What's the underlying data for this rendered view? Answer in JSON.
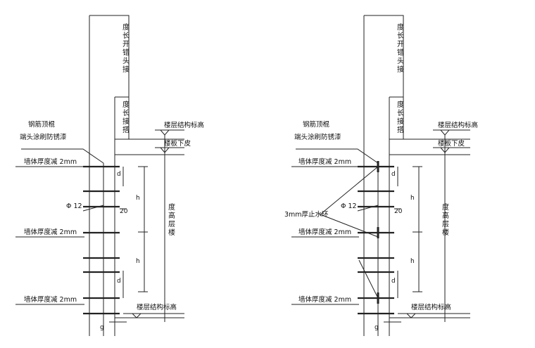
{
  "title": "",
  "left_detail": {
    "rebar_head_note_line1": "钢筋顶棍",
    "rebar_head_note_line2": "端头涂刷防锈漆",
    "wall_reduce_1": "墙体厚度减 2mm",
    "wall_reduce_2": "墙体厚度减 2mm",
    "wall_reduce_3": "墙体厚度减 2mm",
    "rebar_dia": "Φ 12",
    "dim_20": "20",
    "dim_d_top": "d",
    "dim_d_bottom": "d",
    "dim_h_top": "h",
    "dim_h_bottom": "h",
    "floor_elev_top": "楼层结构标高",
    "slab_bottom": "楼板下皮",
    "floor_elev_bottom": "楼层结构标高",
    "stagger_length": "度长开错头接",
    "lap_length": "度长接搭",
    "floor_height": "度高层楼",
    "bottom_mark": "g"
  },
  "right_detail": {
    "rebar_head_note_line1": "钢筋顶棍",
    "rebar_head_note_line2": "端头涂刷防锈漆",
    "water_stop_ring": "3mm厚止水环",
    "wall_reduce_1": "墙体厚度减 2mm",
    "wall_reduce_2": "墙体厚度减 2mm",
    "wall_reduce_3": "墙体厚度减 2mm",
    "rebar_dia": "Φ 12",
    "dim_20": "20",
    "dim_d_top": "d",
    "dim_d_bottom": "d",
    "dim_h_top": "h",
    "dim_h_bottom": "h",
    "floor_elev_top": "楼层结构标高",
    "slab_bottom": "楼板下皮",
    "floor_elev_bottom": "楼层结构标高",
    "stagger_length": "度长开错头接",
    "lap_length": "度长接搭",
    "floor_height": "度高层楼",
    "bottom_mark": "g"
  }
}
